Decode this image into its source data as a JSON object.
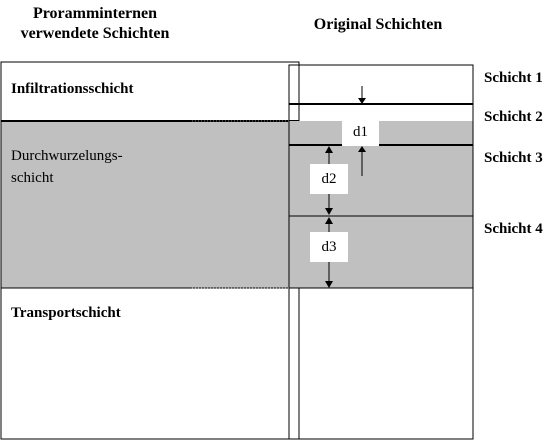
{
  "headers": {
    "left_line1": "Proramminternen",
    "left_line2": "verwendete Schichten",
    "right": "Original Schichten"
  },
  "left_layers": [
    {
      "name": "Infiltrationsschicht",
      "bold": true
    },
    {
      "line1": "Durchwurzelungs-",
      "line2": "schicht",
      "bold": false
    },
    {
      "name": "Transportschicht",
      "bold": true
    }
  ],
  "right_layers": [
    "Schicht 1",
    "Schicht 2",
    "Schicht 3",
    "Schicht 4"
  ],
  "dimensions": [
    "d1",
    "d2",
    "d3"
  ],
  "colors": {
    "shade": "#c0c0c0",
    "line": "#000000",
    "dotted": "#808080",
    "background": "#ffffff"
  }
}
